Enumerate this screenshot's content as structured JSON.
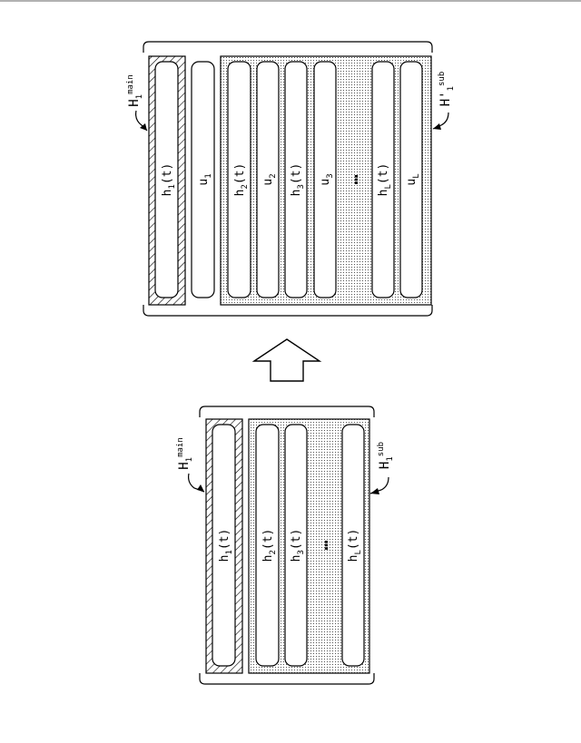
{
  "upper": {
    "main_label_base": "H",
    "main_label_sub": "1",
    "main_label_sup": "main",
    "sub_label_base": "H'",
    "sub_label_sub": "1",
    "sub_label_sup": "sub",
    "bars": [
      {
        "base": "h",
        "sub": "1",
        "tail": "(t)"
      },
      {
        "base": "u",
        "sub": "1",
        "tail": ""
      },
      {
        "base": "h",
        "sub": "2",
        "tail": "(t)"
      },
      {
        "base": "u",
        "sub": "2",
        "tail": ""
      },
      {
        "base": "h",
        "sub": "3",
        "tail": "(t)"
      },
      {
        "base": "u",
        "sub": "3",
        "tail": ""
      },
      {
        "base": "h",
        "sub": "L",
        "tail": "(t)"
      },
      {
        "base": "u",
        "sub": "L",
        "tail": ""
      }
    ],
    "ellipsis": "…"
  },
  "lower": {
    "main_label_base": "H",
    "main_label_sub": "1",
    "main_label_sup": "main",
    "sub_label_base": "H",
    "sub_label_sub": "1",
    "sub_label_sup": "sub",
    "bars": [
      {
        "base": "h",
        "sub": "1",
        "tail": "(t)"
      },
      {
        "base": "h",
        "sub": "2",
        "tail": "(t)"
      },
      {
        "base": "h",
        "sub": "3",
        "tail": "(t)"
      },
      {
        "base": "h",
        "sub": "L",
        "tail": "(t)"
      }
    ],
    "ellipsis": "…"
  }
}
